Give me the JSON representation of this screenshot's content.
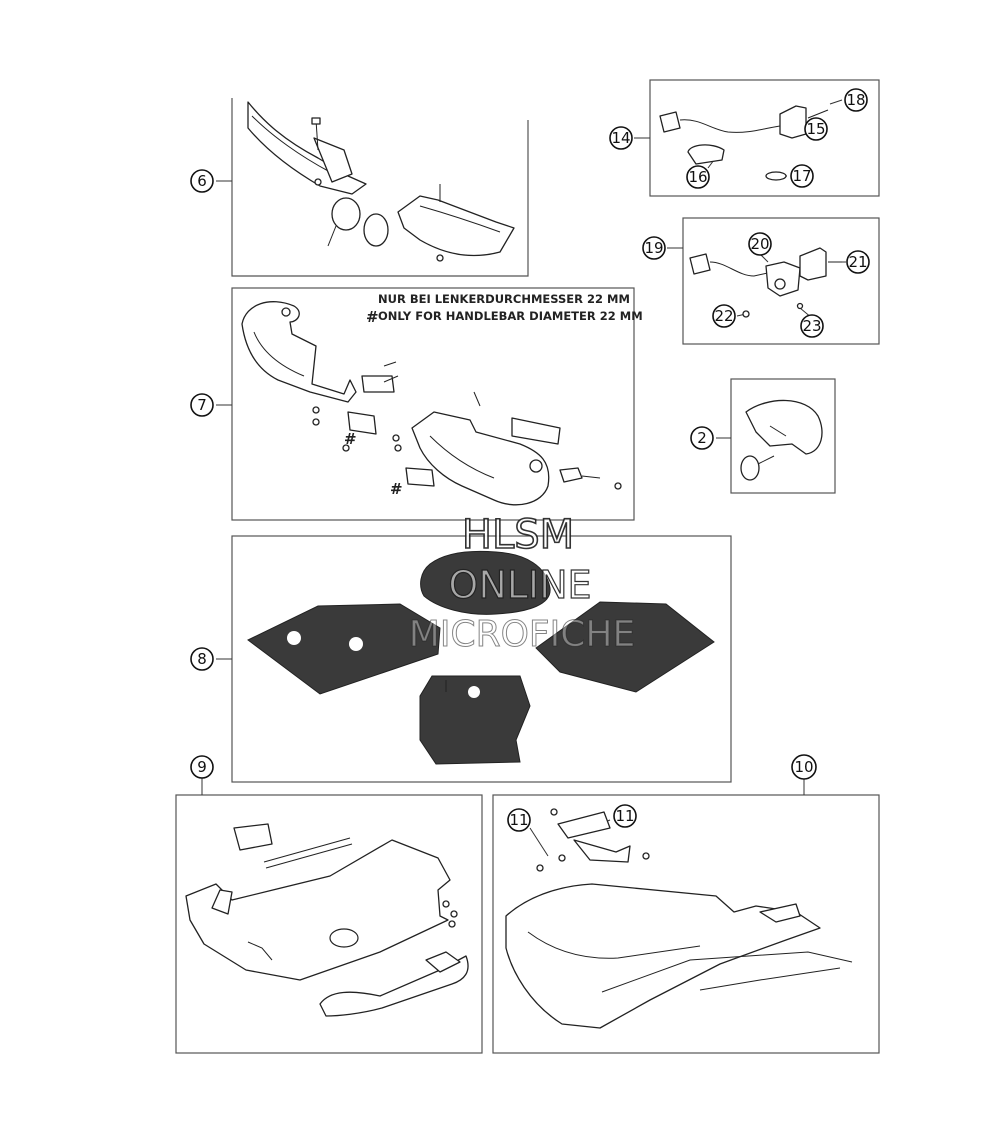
{
  "callouts": {
    "c2": "2",
    "c6": "6",
    "c7": "7",
    "c8": "8",
    "c9": "9",
    "c10": "10",
    "c11a": "11",
    "c11b": "11",
    "c14": "14",
    "c15": "15",
    "c16": "16",
    "c17": "17",
    "c18": "18",
    "c19": "19",
    "c20": "20",
    "c21": "21",
    "c22": "22",
    "c23": "23"
  },
  "note": {
    "line1": "NUR BEI LENKERDURCHMESSER 22 MM",
    "line2": "ONLY FOR HANDLEBAR DIAMETER 22 MM",
    "symbol": "#"
  },
  "watermark": {
    "line1": "HLSM",
    "line2": "ONLINE",
    "line3": "MICROFICHE"
  }
}
